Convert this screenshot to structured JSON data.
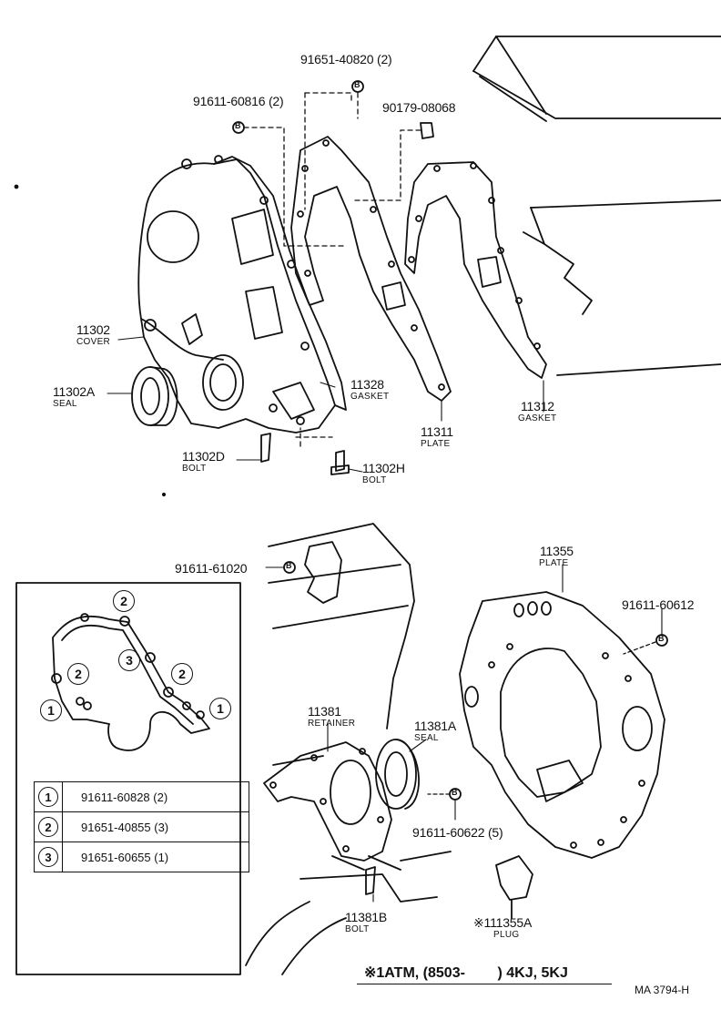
{
  "callouts": {
    "p91651_40820": "91651-40820 (2)",
    "p91611_60816": "91611-60816 (2)",
    "p90179_08068": "90179-08068",
    "p11302": "11302",
    "p11302_name": "COVER",
    "p11302A": "11302A",
    "p11302A_name": "SEAL",
    "p11328": "11328",
    "p11328_name": "GASKET",
    "p11311": "11311",
    "p11311_name": "PLATE",
    "p11312": "11312",
    "p11312_name": "GASKET",
    "p11302D": "11302D",
    "p11302D_name": "BOLT",
    "p11302H": "11302H",
    "p11302H_name": "BOLT",
    "p91611_61020": "91611-61020",
    "p11355": "11355",
    "p11355_name": "PLATE",
    "p91611_60612": "91611-60612",
    "p11381": "11381",
    "p11381_name": "RETAINER",
    "p11381A": "11381A",
    "p11381A_name": "SEAL",
    "p91611_60622": "91611-60622 (5)",
    "p11381B": "11381B",
    "p11381B_name": "BOLT",
    "p111355A": "※111355A",
    "p111355A_name": "PLUG"
  },
  "inset": {
    "markers": [
      "2",
      "2",
      "3",
      "2",
      "1",
      "1"
    ],
    "legend": [
      {
        "num": "1",
        "part": "91611-60828 (2)"
      },
      {
        "num": "2",
        "part": "91651-40855 (3)"
      },
      {
        "num": "3",
        "part": "91651-60655 (1)"
      }
    ]
  },
  "bolt_marker_letter": "B",
  "footer": {
    "note": "※1ATM, (8503-        ) 4KJ, 5KJ",
    "drawing_id": "MA 3794-H"
  }
}
